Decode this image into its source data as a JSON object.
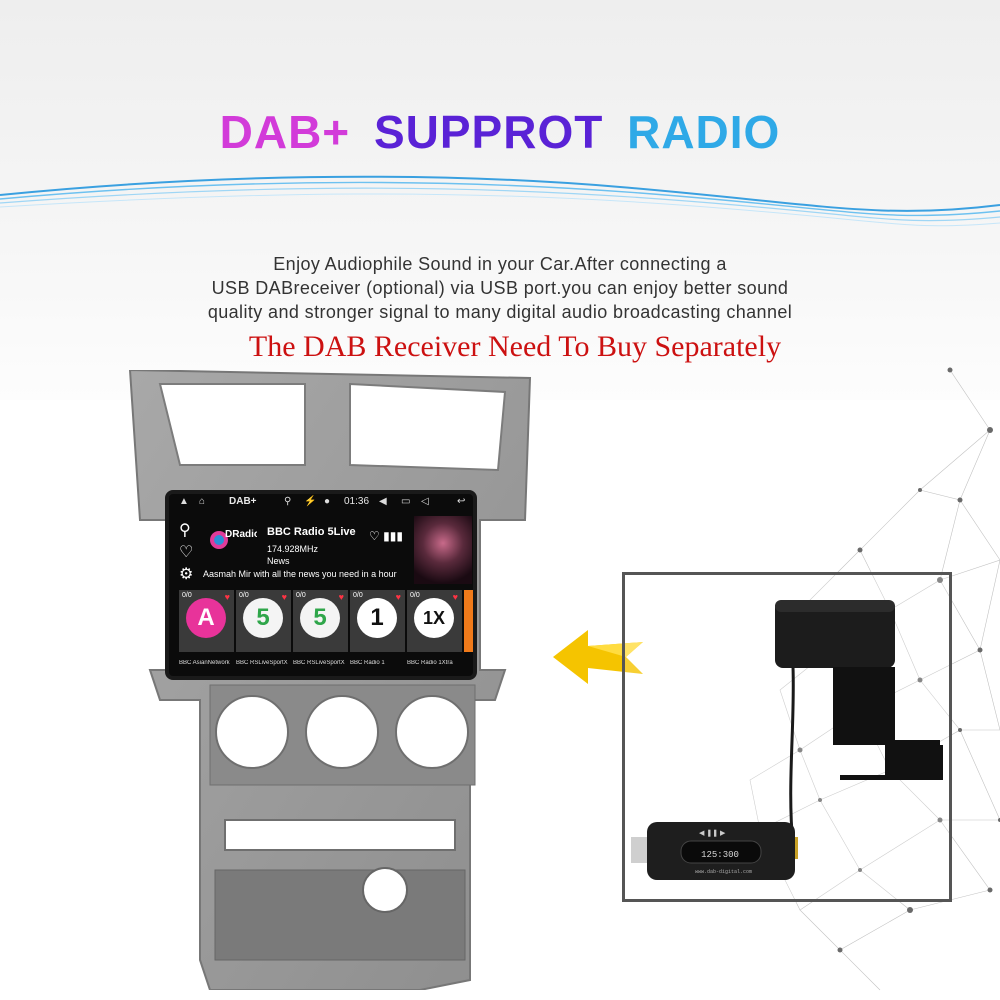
{
  "headline": {
    "part1": "DAB+",
    "part2": "SUPPROT",
    "part3": "RADIO"
  },
  "description": [
    "Enjoy Audiophile Sound in your Car.After connecting a",
    "USB DABreceiver (optional) via USB port.you can enjoy better sound",
    "quality and stronger signal to many digital audio broadcasting channel"
  ],
  "notice": "The DAB Receiver Need To Buy Separately",
  "colors": {
    "headline_pink": "#d23bd9",
    "headline_purple": "#5a22d6",
    "headline_blue": "#2fa9e7",
    "notice_red": "#cc1111",
    "arrow_yellow": "#f5c400"
  },
  "screen": {
    "app_name": "DAB+",
    "time": "01:36",
    "station_name": "BBC Radio 5Live",
    "frequency": "174.928MHz",
    "genre": "News",
    "ticker": "Aasmah Mir with all the news you need in a hour",
    "logo_text": "DRadio",
    "side_icons": [
      "search-icon",
      "heart-icon",
      "equalizer-icon",
      "list-icon"
    ],
    "tiles": [
      {
        "glyph": "A",
        "label": "BBC AsianNetwork",
        "number": "0/0"
      },
      {
        "glyph": "5",
        "label": "BBC RSLiveSportX",
        "number": "0/0"
      },
      {
        "glyph": "5",
        "label": "BBC RSLiveSportX",
        "number": "0/0"
      },
      {
        "glyph": "1",
        "label": "BBC Radio 1",
        "number": "0/0"
      },
      {
        "glyph": "1X",
        "label": "BBC Radio 1Xtra",
        "number": "0/0"
      }
    ]
  },
  "usb_dongle": {
    "display_text": "125:300",
    "side_text": "www.dab-digital.com"
  }
}
